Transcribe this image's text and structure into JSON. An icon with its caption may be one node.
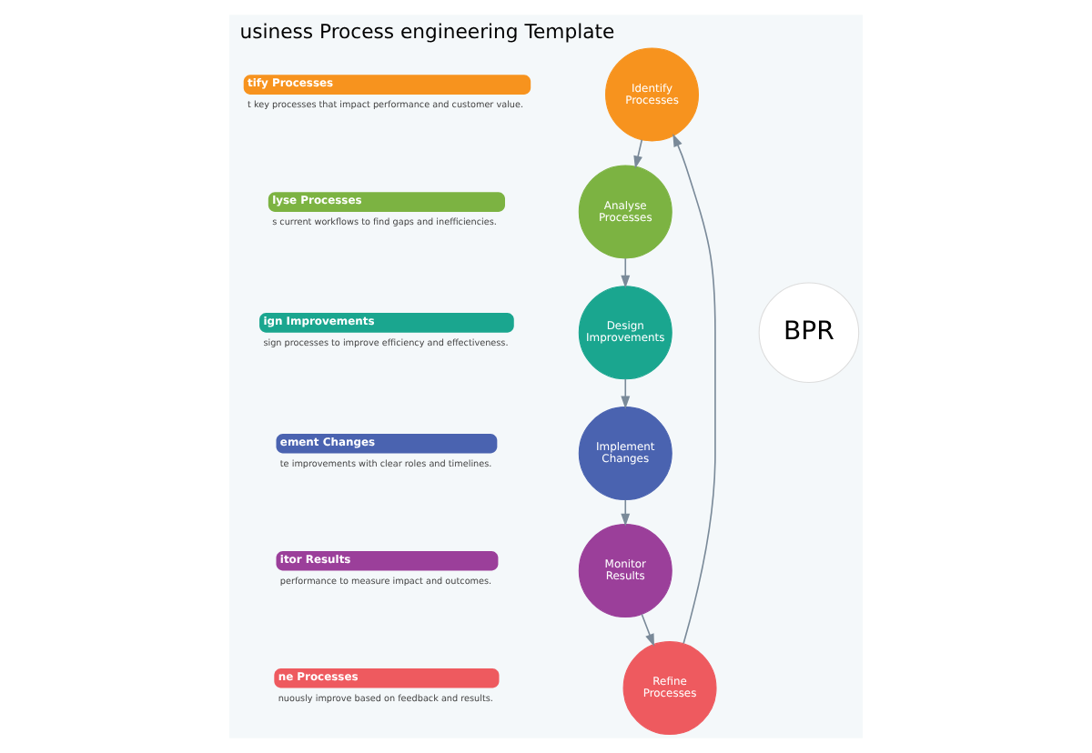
{
  "diagram": {
    "title": "usiness Process engineering Template",
    "nodes": [
      {
        "text": [
          "tify Processes"
        ],
        "beside": [
          "t key processes that impact performance and customer value."
        ]
      },
      {
        "text": [
          "lyse Processes"
        ],
        "beside": [
          "s current workflows to find gaps and inefficiencies."
        ]
      },
      {
        "text": [
          "ign Improvements"
        ],
        "beside": [
          "sign processes to improve efficiency and effectiveness."
        ]
      },
      {
        "text": [
          "ement Changes"
        ],
        "beside": [
          "te improvements with clear roles and timelines."
        ]
      },
      {
        "text": [
          "itor Results"
        ],
        "beside": [
          "performance to measure impact and outcomes."
        ]
      },
      {
        "text": [
          "ne Processes"
        ],
        "beside": [
          "nuously improve based on feedback and results."
        ]
      },
      {
        "text": [
          "Identify Processes"
        ]
      },
      {
        "text": [
          "Analyse Processes"
        ]
      },
      {
        "text": [
          "Design Improvements"
        ]
      },
      {
        "text": [
          "Implement Changes"
        ]
      },
      {
        "text": [
          "Monitor Results"
        ]
      },
      {
        "text": [
          "Refine Processes"
        ]
      },
      {
        "text": [
          "BPR"
        ]
      }
    ],
    "edges": [
      {
        "from": 6,
        "to": 7,
        "arrow": "to"
      },
      {
        "from": 7,
        "to": 8,
        "arrow": "to"
      },
      {
        "from": 8,
        "to": 9,
        "arrow": "to"
      },
      {
        "from": 9,
        "to": 10,
        "arrow": "to"
      },
      {
        "from": 10,
        "to": 11,
        "arrow": "to"
      },
      {
        "from": 11,
        "to": 6,
        "arrow": "to"
      }
    ]
  }
}
